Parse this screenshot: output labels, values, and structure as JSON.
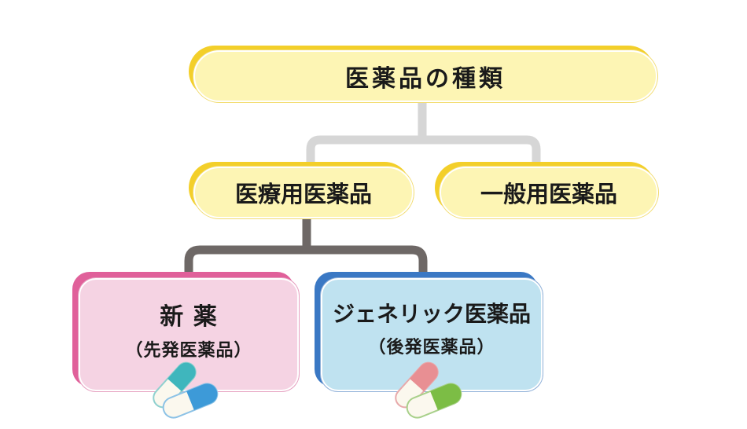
{
  "root": {
    "label": "医薬品の種類"
  },
  "level2": [
    {
      "label": "医療用医薬品"
    },
    {
      "label": "一般用医薬品"
    }
  ],
  "level3": [
    {
      "title": "新 薬",
      "subtitle": "（先発医薬品）",
      "color": "#e0609a",
      "fill": "#f5d3e3"
    },
    {
      "title": "ジェネリック医薬品",
      "subtitle": "（後発医薬品）",
      "color": "#3a78c4",
      "fill": "#bfe2f0"
    }
  ],
  "colors": {
    "pill_yellow": "#f3cf2a",
    "pill_fill": "#fdf5b4",
    "connector_light": "#d6d6d6",
    "connector_dark": "#6e6866"
  }
}
